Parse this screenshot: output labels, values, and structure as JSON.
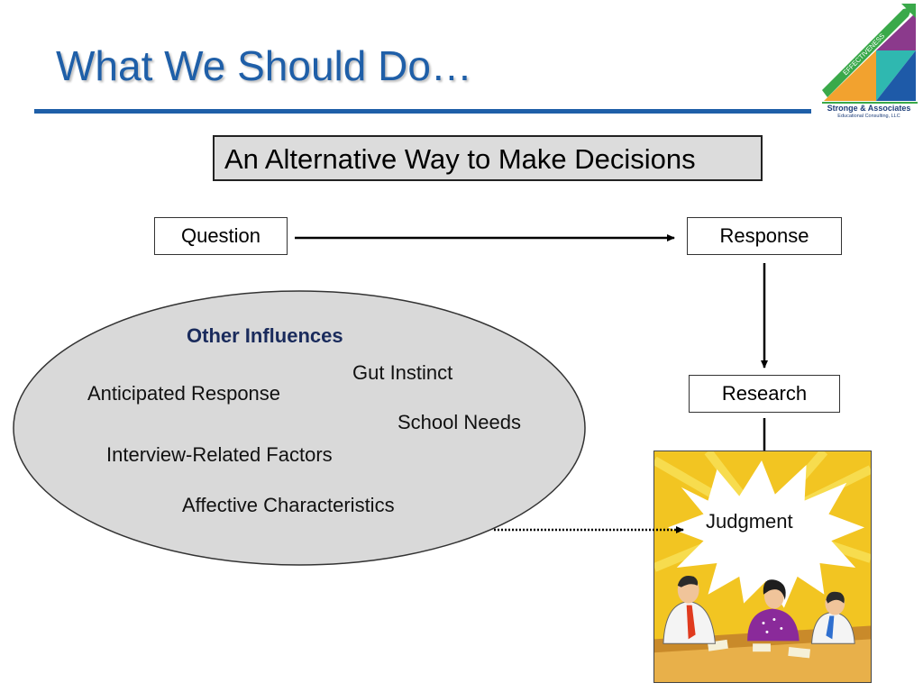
{
  "slide": {
    "title": "What We Should Do…",
    "subtitle": "An Alternative Way to Make Decisions"
  },
  "logo": {
    "ribbon_text": "EFFECTIVENESS",
    "company": "Stronge & Associates",
    "tagline": "Educational Consulting, LLC"
  },
  "flow": {
    "question": "Question",
    "response": "Response",
    "research": "Research",
    "judgment": "Judgment"
  },
  "influences": {
    "title": "Other Influences",
    "items": [
      "Gut Instinct",
      "Anticipated Response",
      "School Needs",
      "Interview-Related Factors",
      "Affective Characteristics"
    ]
  },
  "colors": {
    "title_blue": "#1f5fa8",
    "influence_title": "#1a2b5c",
    "ellipse_fill": "#d9d9d9",
    "subtitle_fill": "#dcdcdc"
  }
}
